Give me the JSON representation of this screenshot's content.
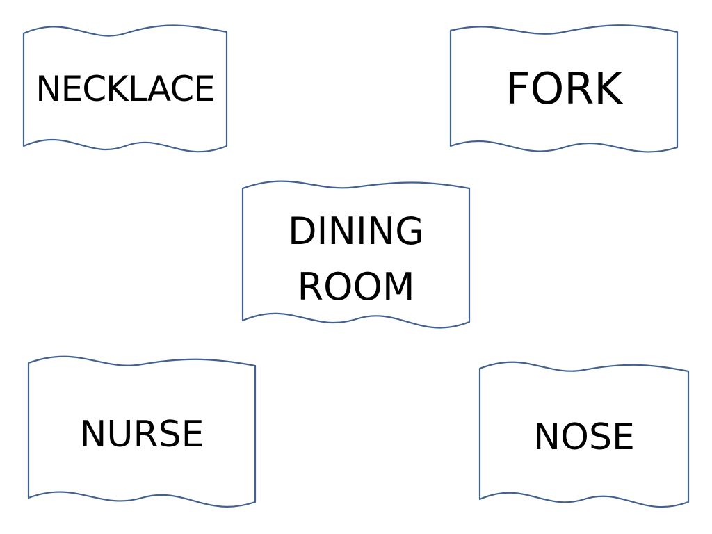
{
  "cards": {
    "necklace": {
      "text": "NECKLACE"
    },
    "fork": {
      "text": "FORK"
    },
    "dining_room": {
      "line1": "DINING",
      "line2": "ROOM"
    },
    "nurse": {
      "text": "NURSE"
    },
    "nose": {
      "text": "NOSE"
    }
  },
  "colors": {
    "card_stroke": "#41618f",
    "card_fill": "#ffffff",
    "text": "#000000"
  }
}
